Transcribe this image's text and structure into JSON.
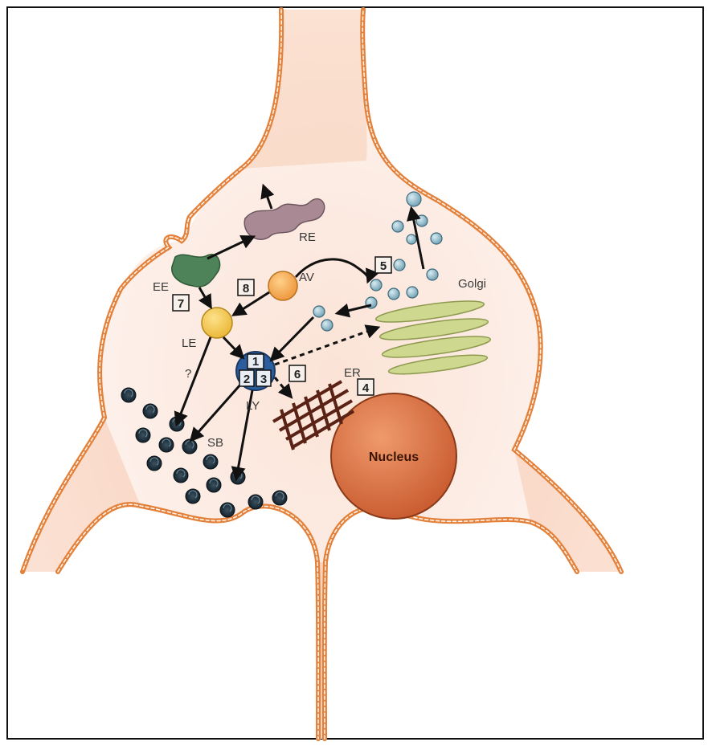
{
  "colors": {
    "membrane": "#e3803a",
    "cytoplasm": "#fbe6dc",
    "nucleus": "#d86a3d",
    "er": "#6b2a1a",
    "golgi": "#c9d38a",
    "vesicle": "#8fb6c6",
    "lysosome": "#2c5d9c",
    "late_endosome": "#f6c64a",
    "autophagic_vacuole": "#f2a548",
    "early_endosome": "#4e8258",
    "recycling_endosome": "#9c7c86",
    "storage_body": "#14232e"
  },
  "labels": {
    "re": "RE",
    "ee": "EE",
    "av": "AV",
    "le": "LE",
    "ly": "LY",
    "sb": "SB",
    "er": "ER",
    "golgi": "Golgi",
    "nucleus": "Nucleus",
    "question": "?"
  },
  "numbers": {
    "n1": "1",
    "n2": "2",
    "n3": "3",
    "n4": "4",
    "n5": "5",
    "n6": "6",
    "n7": "7",
    "n8": "8"
  }
}
